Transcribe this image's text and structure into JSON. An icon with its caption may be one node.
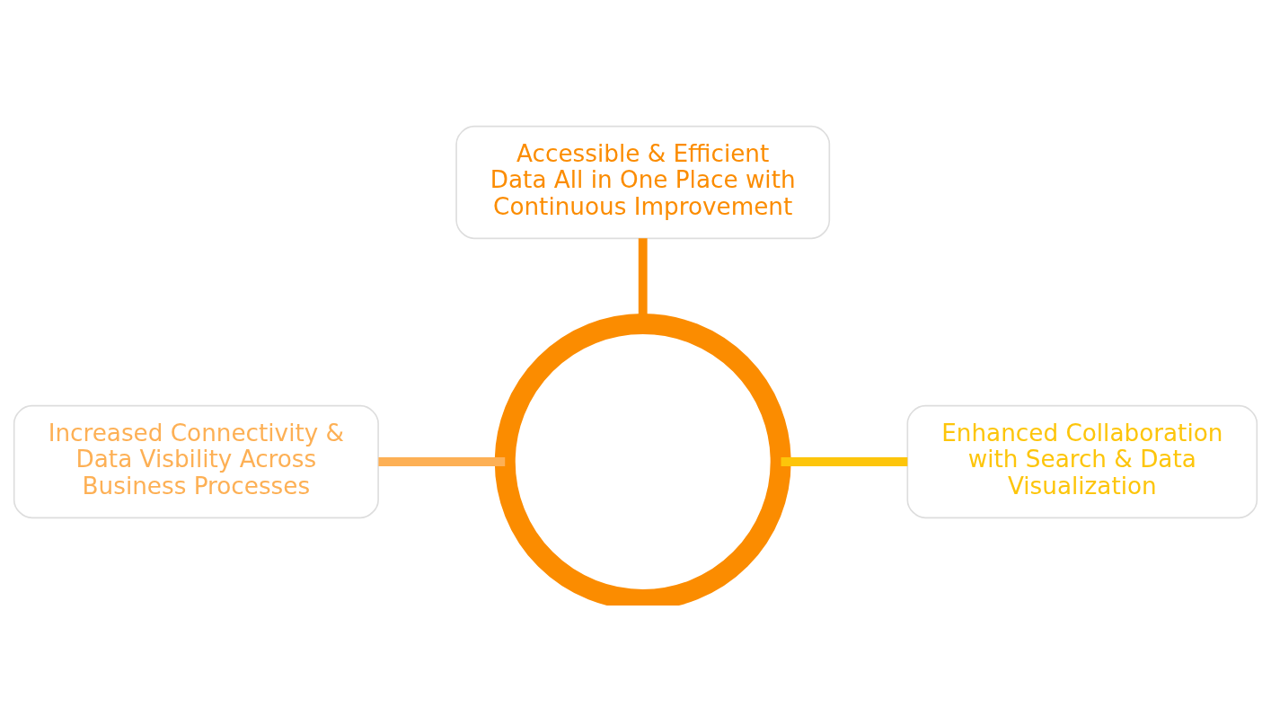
{
  "diagram": {
    "nodes": [
      {
        "text": [
          "Accessible & Efficient Data All in One Place with Continuous Improvement"
        ]
      },
      {
        "text": [],
        "shape": "circle"
      },
      {
        "text": [
          "Increased Connectivity & Data Visbility Across Business Processes"
        ]
      },
      {
        "text": [
          "Enhanced Collaboration with Search & Data Visualization"
        ]
      }
    ],
    "edges": [
      {
        "from": 0,
        "to": 1,
        "arrow": "none",
        "color": "#fb8c00"
      },
      {
        "from": 2,
        "to": 1,
        "arrow": "none",
        "color": "#fdb055"
      },
      {
        "from": 3,
        "to": 1,
        "arrow": "none",
        "color": "#fdc50a"
      }
    ]
  }
}
